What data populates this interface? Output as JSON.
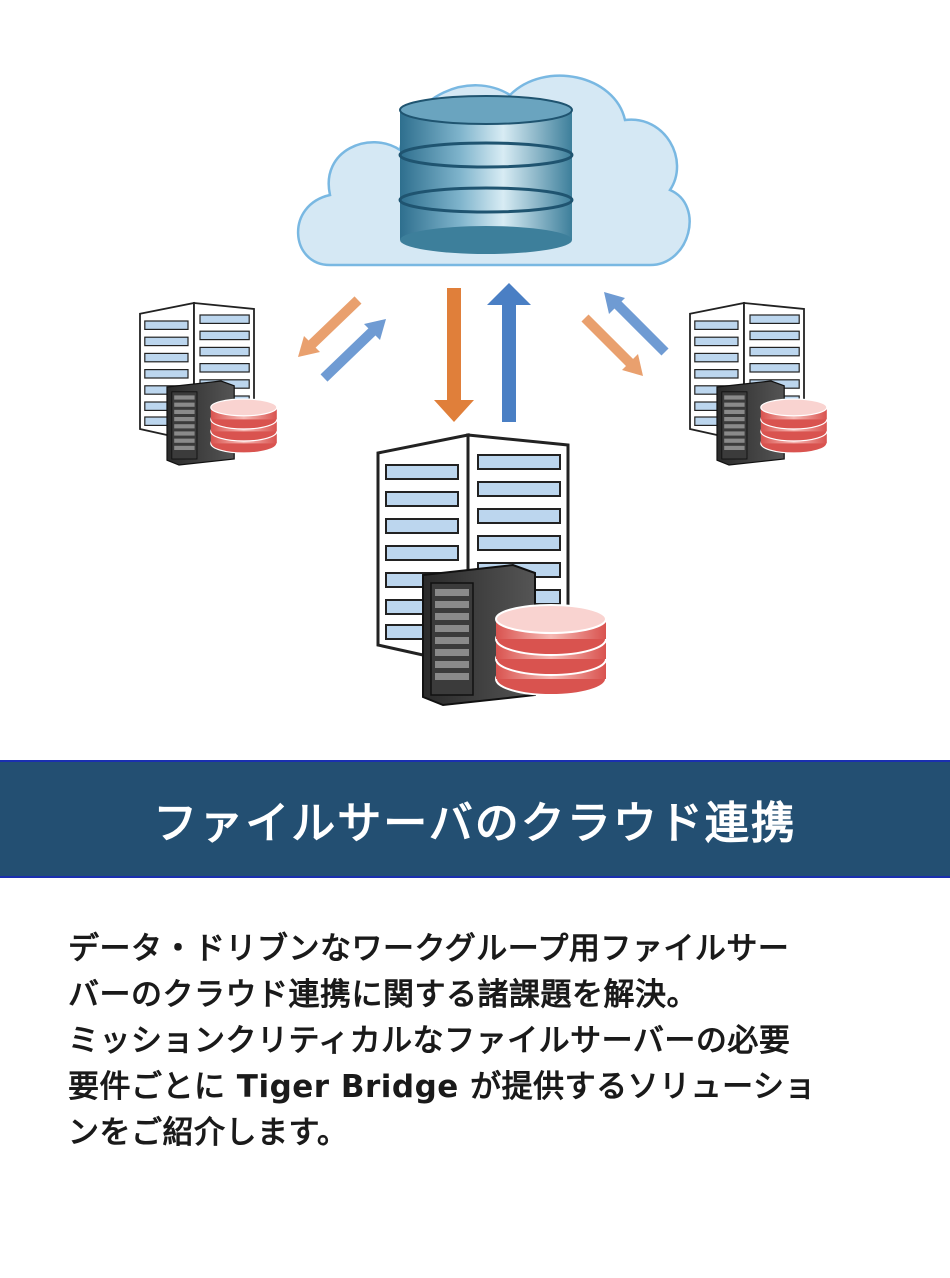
{
  "diagram": {
    "nodes": [
      {
        "id": "cloud-storage",
        "icon": "cloud-database-icon"
      },
      {
        "id": "branch-office-left",
        "icon": "building-server-icon"
      },
      {
        "id": "main-office",
        "icon": "building-server-icon"
      },
      {
        "id": "branch-office-right",
        "icon": "building-server-icon"
      }
    ],
    "edges": [
      {
        "from": "main-office",
        "to": "cloud-storage",
        "color": "#4a7fc4"
      },
      {
        "from": "cloud-storage",
        "to": "main-office",
        "color": "#e07f3a"
      },
      {
        "from": "branch-office-left",
        "to": "cloud-storage",
        "color": "#6f9bd3"
      },
      {
        "from": "cloud-storage",
        "to": "branch-office-left",
        "color": "#e9a06e"
      },
      {
        "from": "branch-office-right",
        "to": "cloud-storage",
        "color": "#6f9bd3"
      },
      {
        "from": "cloud-storage",
        "to": "branch-office-right",
        "color": "#e9a06e"
      }
    ]
  },
  "colors": {
    "banner_bg": "#234f72",
    "cloud_fill": "#d5e8f4",
    "database_red": "#e8736f"
  },
  "banner": {
    "title": "ファイルサーバのクラウド連携"
  },
  "description": {
    "lines": [
      "データ・ドリブンなワークグループ用ファイルサー",
      "バーのクラウド連携に関する諸課題を解決。",
      "ミッションクリティカルなファイルサーバーの必要",
      "要件ごとに Tiger Bridge が提供するソリューショ",
      "ンをご紹介します。"
    ]
  }
}
